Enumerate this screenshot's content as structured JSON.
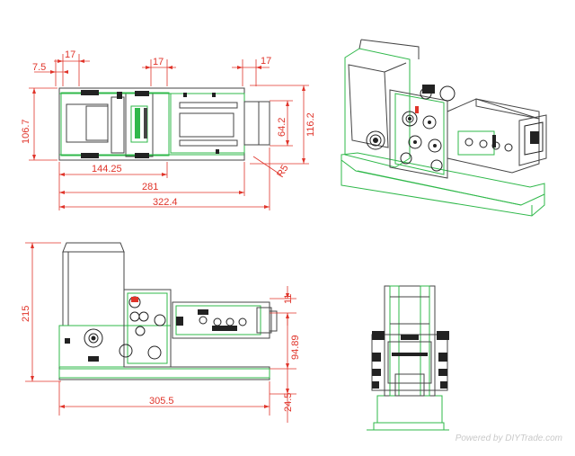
{
  "views": {
    "top": {
      "dimensions": {
        "d_7_5": "7.5",
        "d_17_left": "17",
        "d_17_mid": "17",
        "d_17_right": "17",
        "d_106_7": "106.7",
        "d_64_2": "64.2",
        "d_116_2": "116.2",
        "d_R5": "R5",
        "d_144_25": "144.25",
        "d_281": "281",
        "d_322_4": "322.4"
      }
    },
    "front": {
      "dimensions": {
        "d_215": "215",
        "d_11": "11",
        "d_94_89": "94.89",
        "d_305_5": "305.5",
        "d_24_5": "24.5"
      }
    }
  },
  "watermark": "Powered by DIYTrade.com",
  "colors": {
    "dimension": "#e0342a",
    "outline": "#444444",
    "green": "#2fb84a"
  }
}
